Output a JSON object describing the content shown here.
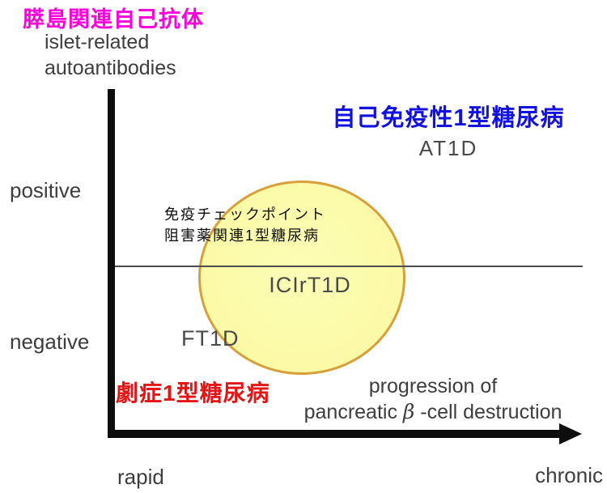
{
  "header": {
    "title_ja": "膵島関連自己抗体",
    "subtitle_en": "islet-related autoantibodies",
    "subtitle_en_line1": "islet-related",
    "subtitle_en_line2": "autoantibodies",
    "title_color": "#ff00dd"
  },
  "y_axis": {
    "positive_label": "positive",
    "negative_label": "negative"
  },
  "x_axis": {
    "rapid_label": "rapid",
    "chronic_label": "chronic",
    "caption_line1": "progression of",
    "caption_line2_pre": "pancreatic ",
    "caption_beta": "β",
    "caption_line2_post": " -cell destruction"
  },
  "circles": {
    "at1d": {
      "name_ja": "自己免疫性1型糖尿病",
      "abbr": "AT1D",
      "label_color": "#1212e0",
      "fill_color": "#b7c8ee"
    },
    "icirt1d": {
      "name_ja_line1": "免疫チェックポイント",
      "name_ja_line2": "阻害薬関連1型糖尿病",
      "abbr": "ICIrT1D",
      "label_color": "#0d0d0d",
      "fill_color": "#fcfbaa",
      "border_color": "#d4962f"
    },
    "ft1d": {
      "name_ja": "劇症1型糖尿病",
      "abbr": "FT1D",
      "label_color": "#e51515",
      "fill_color": "#f3978f"
    }
  }
}
